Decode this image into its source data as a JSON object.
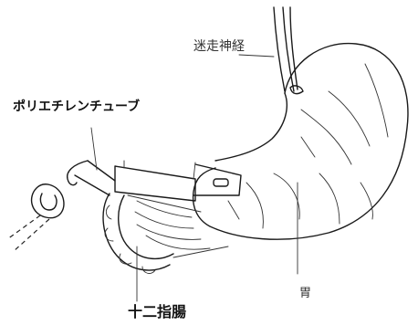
{
  "labels": {
    "vagus_nerve": "迷走神経",
    "polyethylene_tube": "ポリエチレンチューブ",
    "stomach": "胃",
    "duodenum": "十二指腸"
  }
}
